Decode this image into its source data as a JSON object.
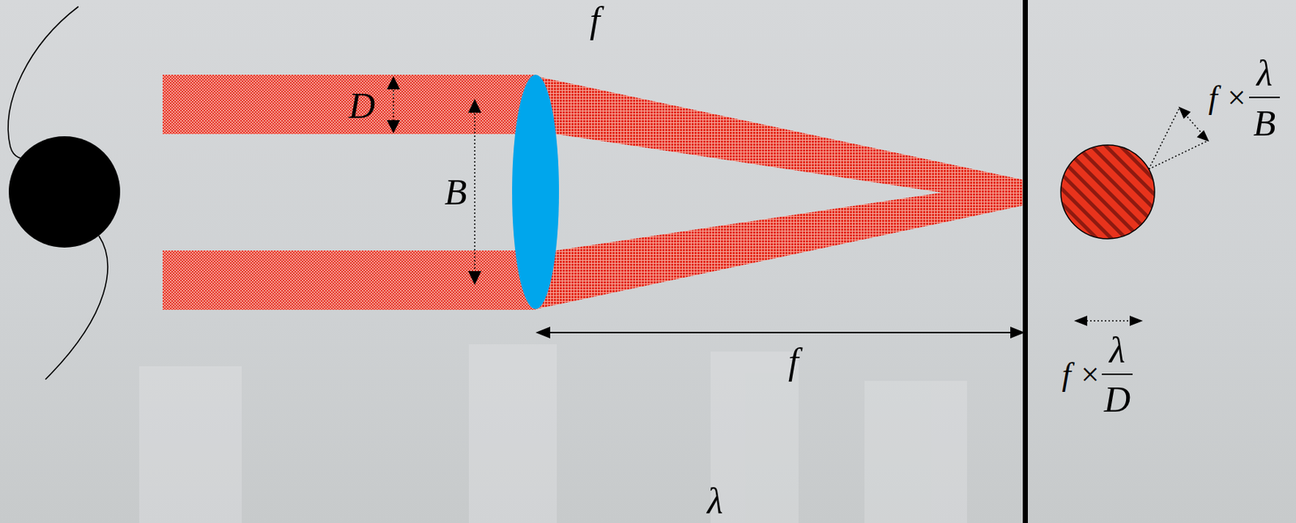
{
  "diagram": {
    "labels": [
      "f",
      "D",
      "B",
      "f",
      "f ×",
      "λ",
      "B",
      "f ×",
      "λ",
      "D",
      "λ"
    ]
  }
}
